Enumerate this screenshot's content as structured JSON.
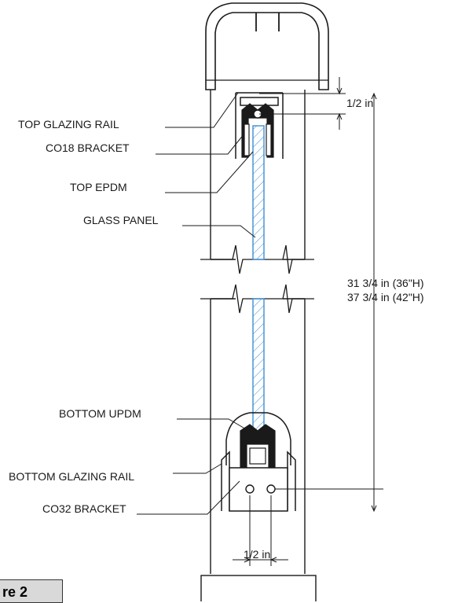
{
  "callouts": {
    "top_glazing_rail": "TOP GLAZING RAIL",
    "co18_bracket": "CO18 BRACKET",
    "top_epdm": "TOP EPDM",
    "glass_panel": "GLASS PANEL",
    "bottom_updm": "BOTTOM UPDM",
    "bottom_glazing_rail": "BOTTOM GLAZING RAIL",
    "co32_bracket": "CO32 BRACKET"
  },
  "dimensions": {
    "top_gap": "1/2 in",
    "height_36": "31 3/4 in (36\"H)",
    "height_42": "37 3/4 in (42\"H)",
    "bottom_spacing": "1/2 in"
  },
  "figure_label": "re 2",
  "colors": {
    "line": "#1a1a1a",
    "glass": "#3a8fd6",
    "figure_tag_bg": "#d9d9d9"
  }
}
